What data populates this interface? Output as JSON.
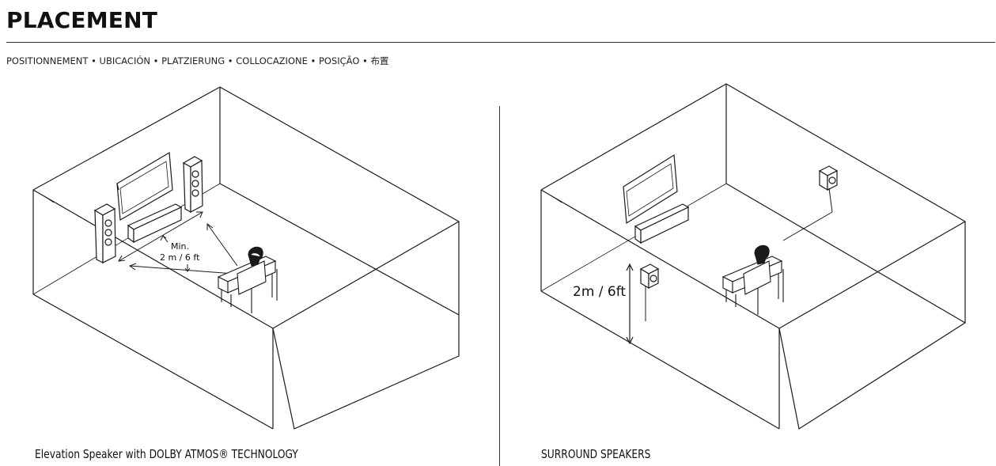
{
  "header": {
    "title": "PLACEMENT",
    "languages": "POSITIONNEMENT • UBICACIÓN • PLATZIERUNG • COLLOCAZIONE • POSIÇÃO • 布置"
  },
  "left_panel": {
    "distance_label_line1": "Min.",
    "distance_label_line2": "2 m / 6 ft",
    "caption": "Elevation Speaker with DOLBY ATMOS® TECHNOLOGY"
  },
  "right_panel": {
    "height_label": "2m / 6ft",
    "caption": "SURROUND SPEAKERS"
  },
  "colors": {
    "line": "#1a1a1a",
    "background": "#ffffff"
  }
}
